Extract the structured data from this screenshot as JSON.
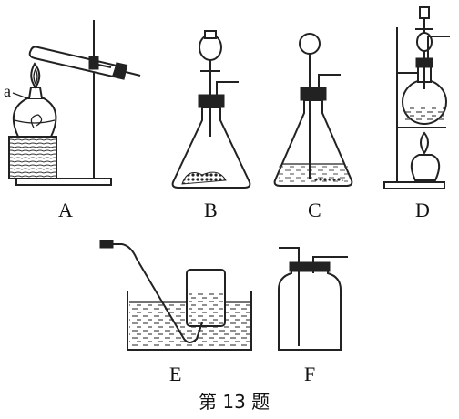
{
  "labels": {
    "a": "A",
    "b": "B",
    "c": "C",
    "d": "D",
    "e": "E",
    "f": "F",
    "small_a": "a"
  },
  "caption": "第 13 题"
}
